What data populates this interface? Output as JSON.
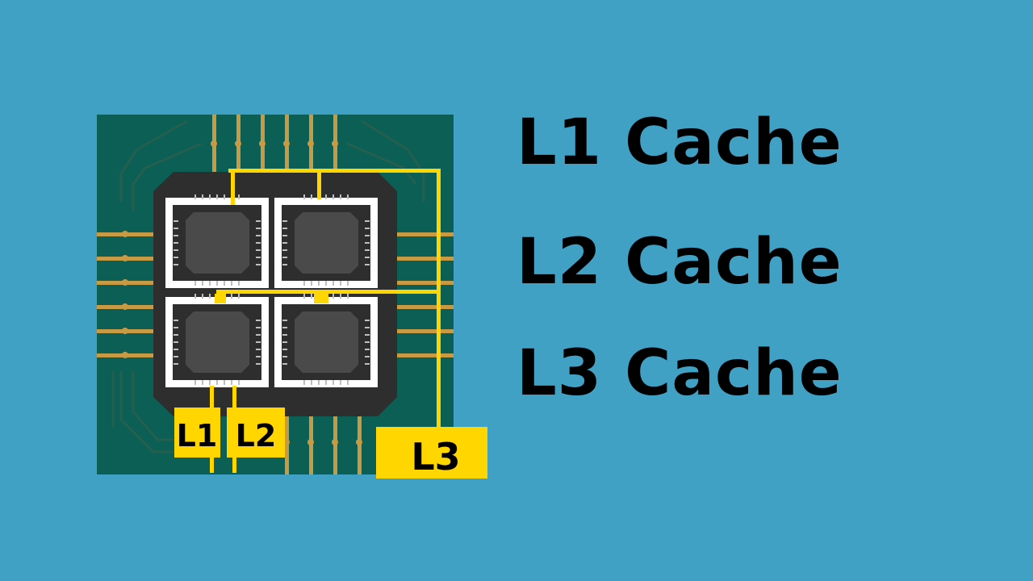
{
  "diagram": {
    "labels": {
      "l1_cache": "L1 Cache",
      "l2_cache": "L2 Cache",
      "l3_cache": "L3 Cache"
    },
    "tags": {
      "l1": "L1",
      "l2": "L2",
      "l3": "L3"
    }
  },
  "colors": {
    "background": "#41a1c5",
    "board": "#0b5f54",
    "trace": "#245f4f",
    "pin": "#c89a43",
    "package": "#2e2e2e",
    "core_frame": "#ffffff",
    "die": "#4a4a4a",
    "bus": "#ffd600",
    "text": "#000000"
  }
}
